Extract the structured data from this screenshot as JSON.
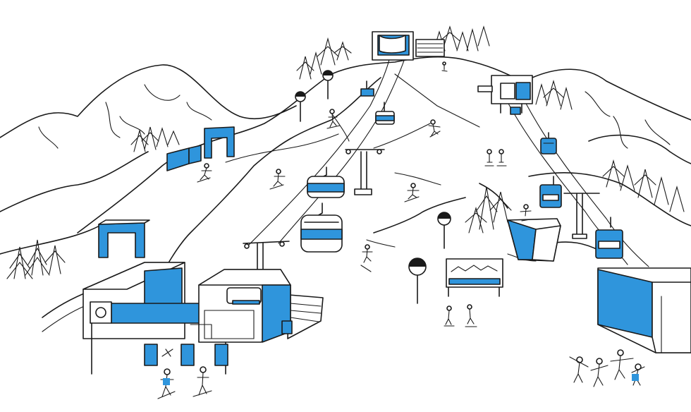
{
  "scene": {
    "description_free": true,
    "colors": {
      "accent": "#2f95dc",
      "ink": "#1a1a1a",
      "background": "#ffffff"
    },
    "icon_names": [
      "gondola-cabin",
      "chairlift-chair",
      "lift-tower",
      "trail-marker-sign",
      "pine-tree",
      "skier",
      "snowboarder",
      "start-gate",
      "lift-station",
      "trail-map-board"
    ]
  }
}
